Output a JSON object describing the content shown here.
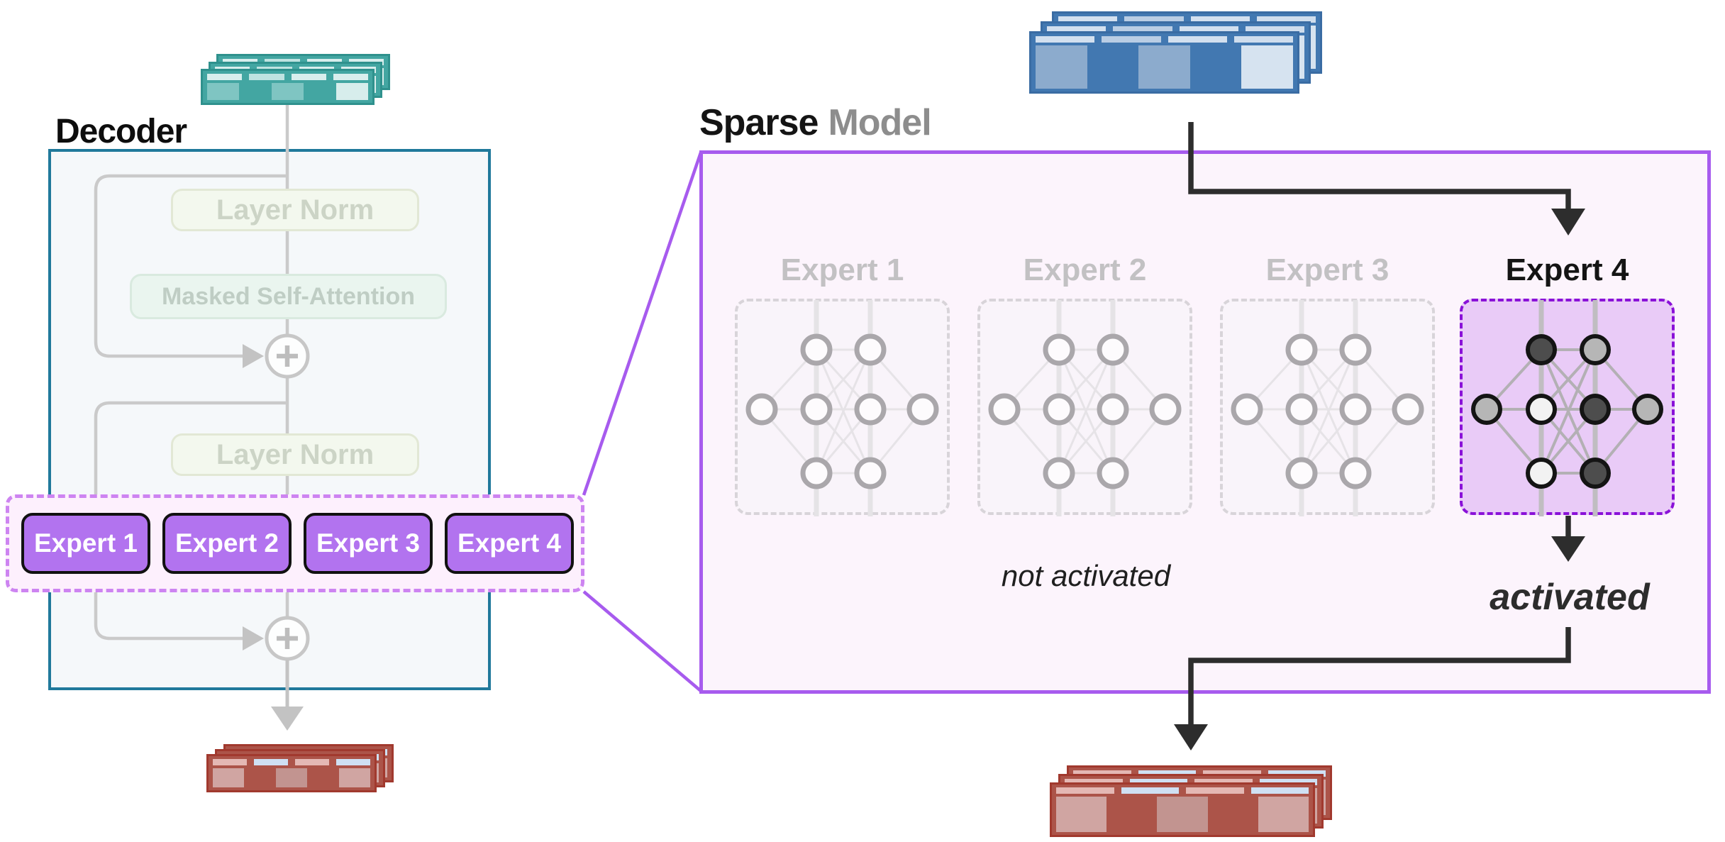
{
  "titles": {
    "decoder": "Decoder",
    "sparse_word": "Sparse",
    "model_word": "Model"
  },
  "decoder": {
    "layer_norm_1": "Layer Norm",
    "masked_self_attention": "Masked Self-Attention",
    "layer_norm_2": "Layer Norm",
    "expert_buttons": [
      "Expert 1",
      "Expert 2",
      "Expert 3",
      "Expert 4"
    ]
  },
  "sparse_model": {
    "experts": [
      {
        "label": "Expert 1",
        "state": "inactive"
      },
      {
        "label": "Expert 2",
        "state": "inactive"
      },
      {
        "label": "Expert 3",
        "state": "inactive"
      },
      {
        "label": "Expert 4",
        "state": "active",
        "node_fills": {
          "input": "#b6b6b6",
          "left_top": "#4d4d4d",
          "left_mid": "#f2f2f2",
          "left_bottom": "#f2f2f2",
          "right_top": "#b6b6b6",
          "right_mid": "#4d4d4d",
          "right_bottom": "#4d4d4d",
          "output": "#b6b6b6"
        }
      }
    ],
    "captions": {
      "not_activated": "not activated",
      "activated": "activated"
    }
  },
  "colors": {
    "decoder_border": "#20799b",
    "sparse_border": "#a75bee",
    "lens_line": "#a75bee",
    "expert_button_fill": "#b273ef",
    "experts_dashed_border": "#cd84f1",
    "arrow_black": "#2d2d2d",
    "arrow_gray": "#c3c3c3",
    "network": {
      "active": {
        "node_stroke": "#141414",
        "node_fill_default": "#f2f2f2",
        "edge": "#b3b0b4",
        "vline": "#c0bdc1",
        "label_color": "#141414"
      },
      "inactive": {
        "node_stroke": "#aaa7ab",
        "node_fill_default": "#fdfbfd",
        "edge": "#e6e3e7",
        "vline": "#e5e3e6",
        "label_color": "#c2c1c3"
      }
    }
  },
  "token_stacks": {
    "palettes": {
      "teal": {
        "border": "#2f918d",
        "bg": "#43a6a2",
        "light": "#7fc5c2",
        "mid": "#5fb5b1",
        "xlight": "#d7edec",
        "strips": [
          "#d8eeed",
          "#bfe3e1",
          "#d8eeed",
          "#d8eeed"
        ]
      },
      "blue": {
        "border": "#3a6ca3",
        "bg": "#4278b1",
        "light": "#8cabcd",
        "mid": "#6f96bf",
        "xlight": "#d6e3f0",
        "strips": [
          "#d3e0ef",
          "#b9cde4",
          "#d3e0ef",
          "#cfdded"
        ]
      },
      "red": {
        "border": "#a1392e",
        "bg": "#ac5449",
        "light": "#d0a5a2",
        "mid": "#c29490",
        "xlight": "#eacdc9",
        "strips": [
          "#e4b8b4",
          "#cfe0f3",
          "#e4b8b4",
          "#cfe0f3"
        ]
      }
    },
    "instances": [
      {
        "name": "token-stack-decoder-input",
        "palette": "teal",
        "pattern": [
          "light",
          "bg",
          "light",
          "bg",
          "xlight"
        ]
      },
      {
        "name": "token-stack-decoder-output",
        "palette": "red",
        "pattern": [
          "light",
          "bg",
          "mid",
          "bg",
          "light"
        ]
      },
      {
        "name": "token-stack-sparse-input",
        "palette": "blue",
        "pattern": [
          "light",
          "bg",
          "light",
          "bg",
          "xlight"
        ]
      },
      {
        "name": "token-stack-sparse-output",
        "palette": "red",
        "pattern": [
          "light",
          "bg",
          "mid",
          "bg",
          "light"
        ]
      }
    ]
  }
}
